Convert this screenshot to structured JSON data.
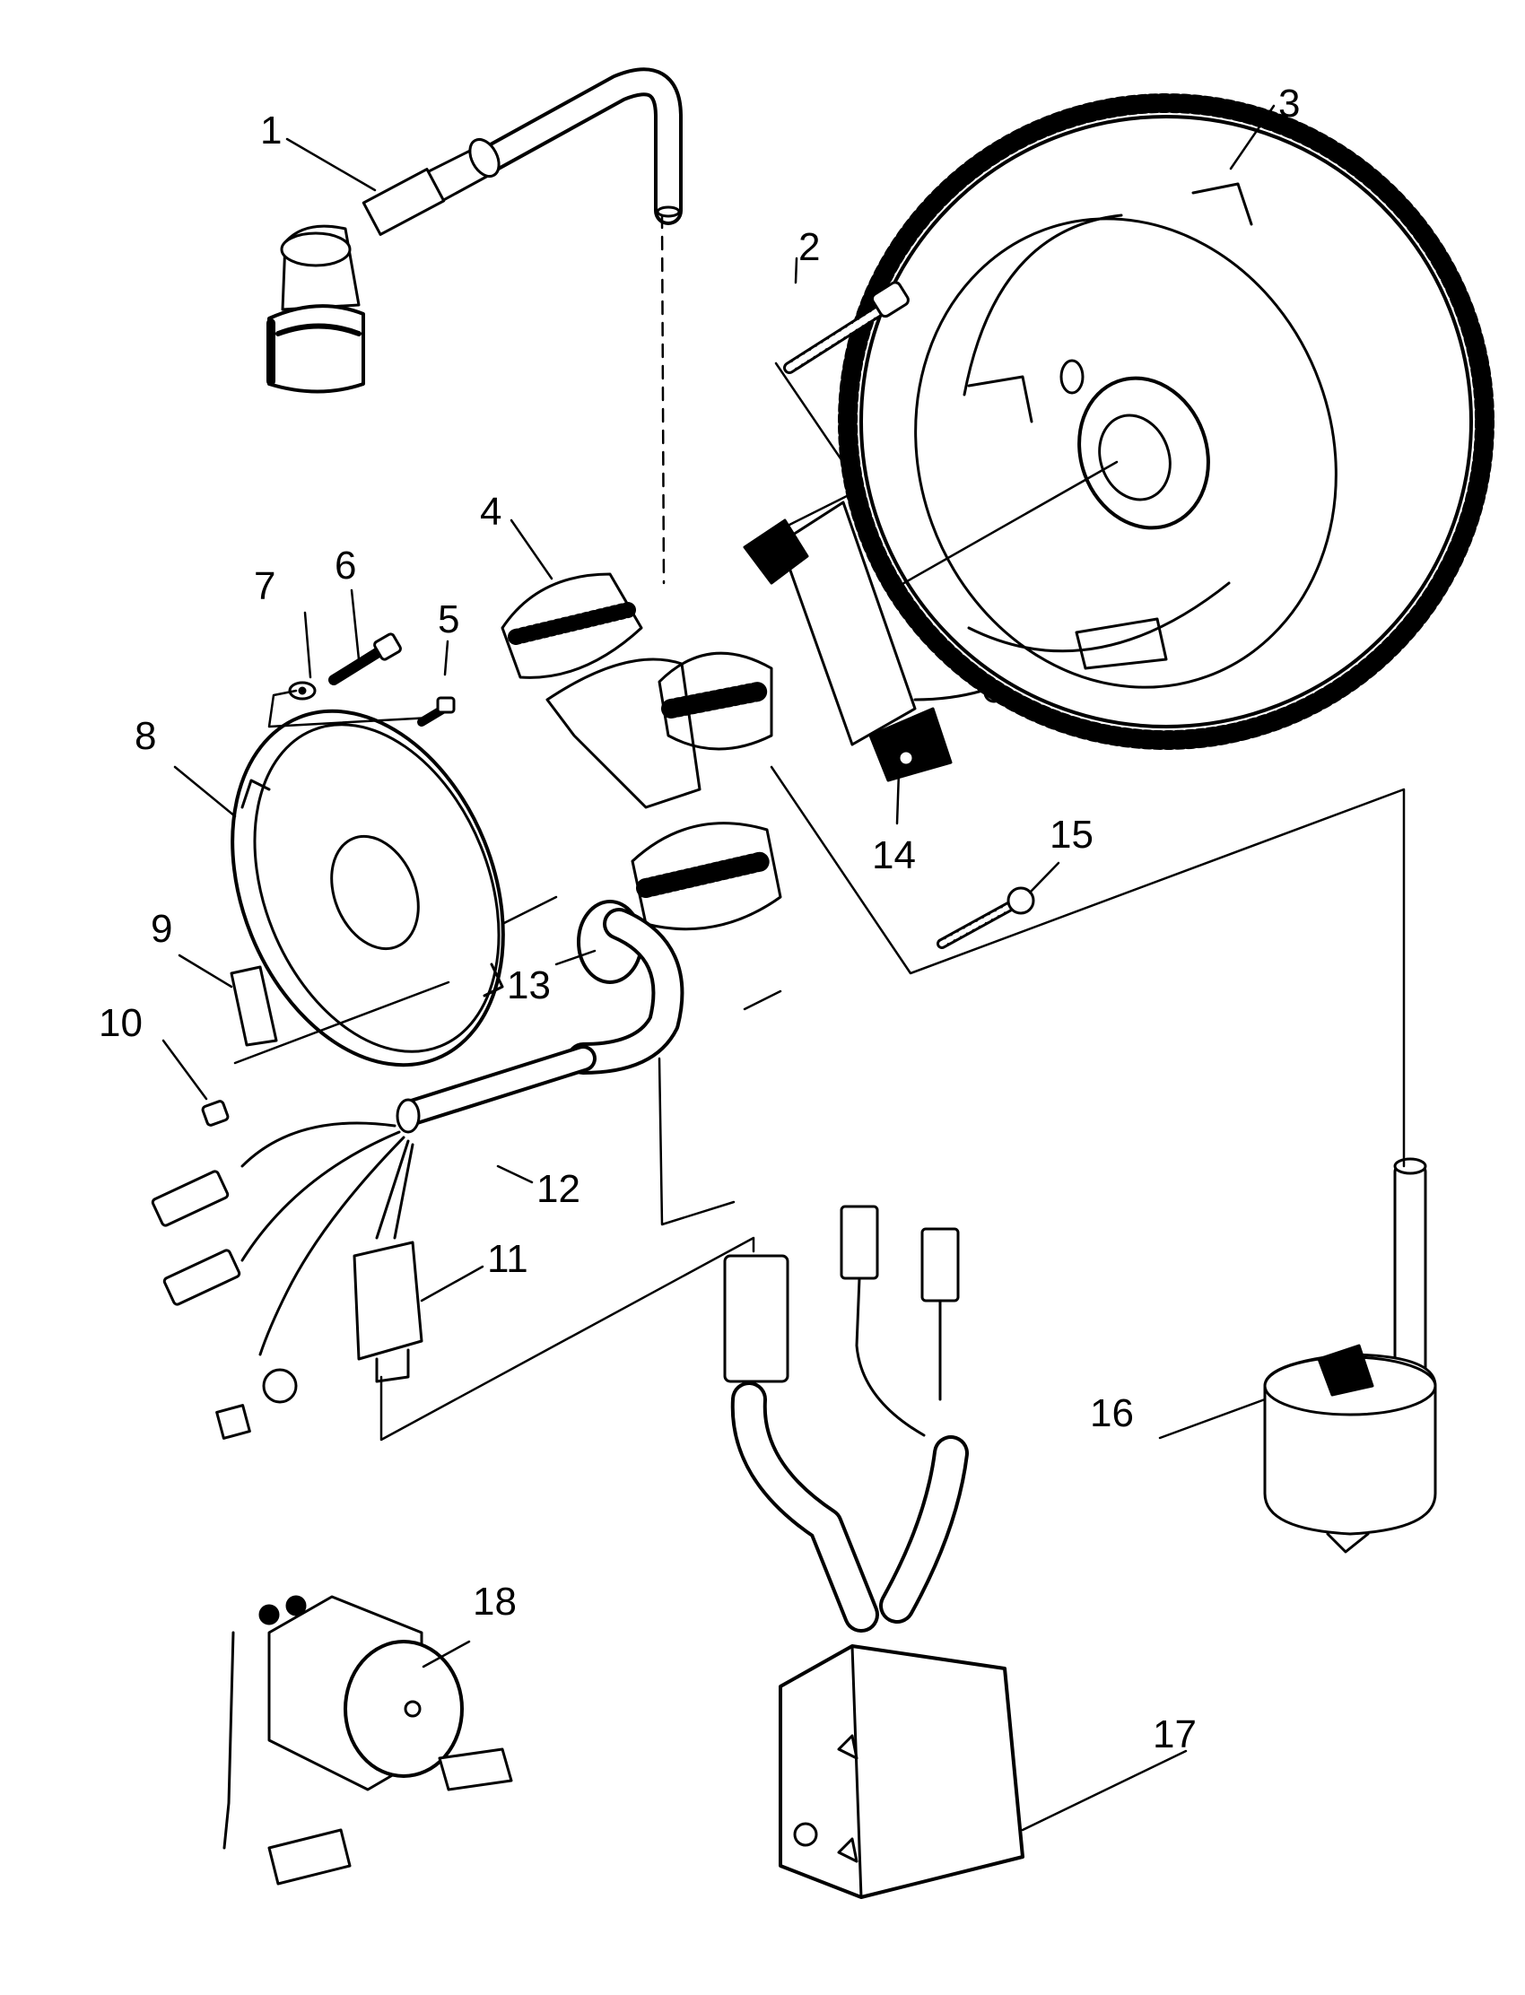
{
  "diagram": {
    "ink_color": "#000000",
    "paper_color": "#ffffff",
    "callouts": [
      {
        "id": "1",
        "label": "1",
        "part": "spark-plug-cap"
      },
      {
        "id": "2",
        "label": "2",
        "part": "screw"
      },
      {
        "id": "3",
        "label": "3",
        "part": "flywheel"
      },
      {
        "id": "4",
        "label": "4",
        "part": "stator-coil"
      },
      {
        "id": "5",
        "label": "5",
        "part": "screw"
      },
      {
        "id": "6",
        "label": "6",
        "part": "screw"
      },
      {
        "id": "7",
        "label": "7",
        "part": "washer"
      },
      {
        "id": "8",
        "label": "8",
        "part": "stator-plate"
      },
      {
        "id": "9",
        "label": "9",
        "part": "clamp"
      },
      {
        "id": "10",
        "label": "10",
        "part": "screw"
      },
      {
        "id": "11",
        "label": "11",
        "part": "connector"
      },
      {
        "id": "12",
        "label": "12",
        "part": "wire-harness"
      },
      {
        "id": "13",
        "label": "13",
        "part": "grommet"
      },
      {
        "id": "14",
        "label": "14",
        "part": "pulser-coil"
      },
      {
        "id": "15",
        "label": "15",
        "part": "screw"
      },
      {
        "id": "16",
        "label": "16",
        "part": "ignition-coil"
      },
      {
        "id": "17",
        "label": "17",
        "part": "cdi-box"
      },
      {
        "id": "18",
        "label": "18",
        "part": "starter-solenoid"
      }
    ]
  }
}
